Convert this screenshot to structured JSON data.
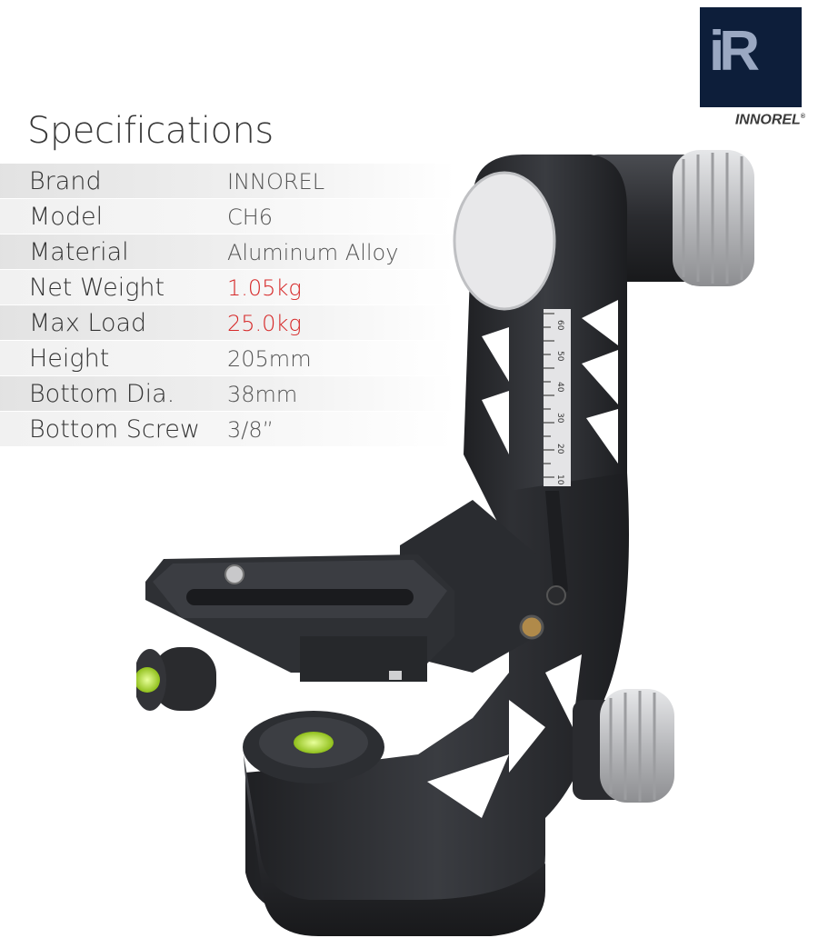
{
  "logo": {
    "mark": "iR",
    "text": "INNOREL"
  },
  "title": "Specifications",
  "specs": [
    {
      "label": "Brand",
      "value": "INNOREL",
      "highlight": false
    },
    {
      "label": "Model",
      "value": "CH6",
      "highlight": false
    },
    {
      "label": "Material",
      "value": "Aluminum Alloy",
      "highlight": false
    },
    {
      "label": "Net Weight",
      "value": "1.05kg",
      "highlight": true
    },
    {
      "label": "Max Load",
      "value": "25.0kg",
      "highlight": true
    },
    {
      "label": "Height",
      "value": "205mm",
      "highlight": false
    },
    {
      "label": "Bottom Dia.",
      "value": "38mm",
      "highlight": false
    },
    {
      "label": "Bottom Screw",
      "value": "3/8”",
      "highlight": false
    }
  ],
  "scale_marks": [
    "60",
    "50",
    "40",
    "30",
    "20",
    "10"
  ],
  "colors": {
    "highlight": "#d62828",
    "logo_bg": "#0d1e3a",
    "body_metal": "#2b2d31",
    "knob": "#c9cacd",
    "bubble": "#b9e23a"
  }
}
